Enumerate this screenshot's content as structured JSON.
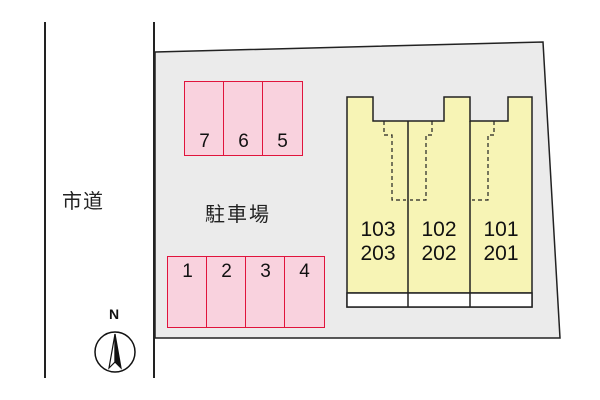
{
  "road": {
    "label": "市道"
  },
  "parking": {
    "label": "駐車場",
    "top_row": [
      "7",
      "6",
      "5"
    ],
    "bottom_row": [
      "1",
      "2",
      "3",
      "4"
    ]
  },
  "building": {
    "units": [
      {
        "lower": "103",
        "upper": "203"
      },
      {
        "lower": "102",
        "upper": "202"
      },
      {
        "lower": "101",
        "upper": "201"
      }
    ]
  },
  "compass": {
    "north_label": "N"
  },
  "colors": {
    "lot": "#ebebeb",
    "building": "#f7f4b5",
    "parking_fill": "#f9d2de",
    "parking_border": "#e0143c"
  }
}
